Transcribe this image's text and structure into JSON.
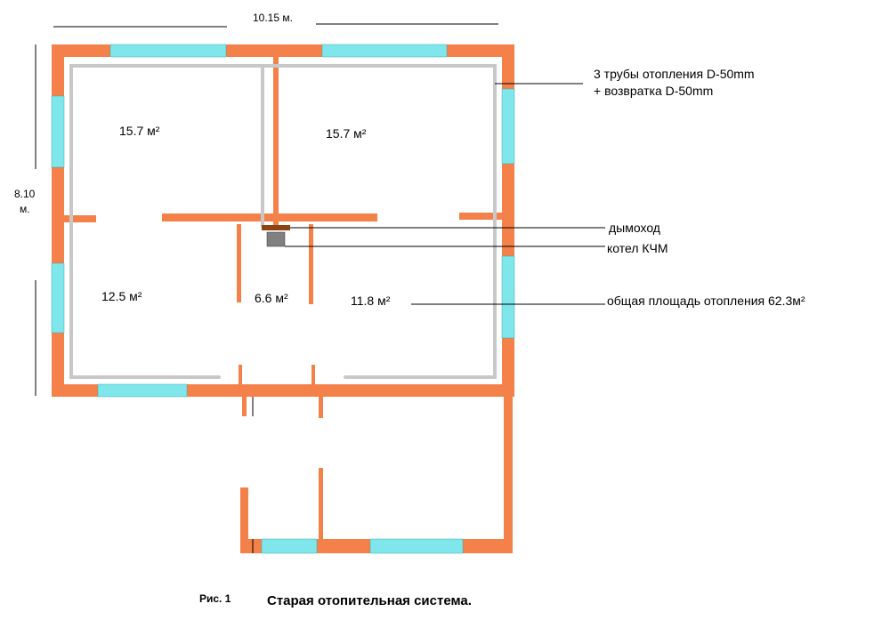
{
  "dimensions": {
    "width_label": "10.15 м.",
    "height_label_line1": "8.10",
    "height_label_line2": "м."
  },
  "rooms": {
    "top_left_area": "15.7 м²",
    "top_right_area": "15.7 м²",
    "bottom_left_area": "12.5 м²",
    "center_area": "6.6 м²",
    "bottom_right_area": "11.8 м²"
  },
  "annotations": {
    "pipes_line1": "3 трубы отопления D-50mm",
    "pipes_line2": "+ возвратка D-50mm",
    "chimney": "дымоход",
    "boiler": "котел КЧМ",
    "total_area": "общая площадь отопления 62.3м²"
  },
  "caption": {
    "figure": "Рис. 1",
    "title": "Старая отопительная система."
  },
  "colors": {
    "wall": "#f4804a",
    "window": "#7fe6ec",
    "pipe": "#c8c8c8",
    "chimney": "#8b4513",
    "boiler": "#808080"
  }
}
